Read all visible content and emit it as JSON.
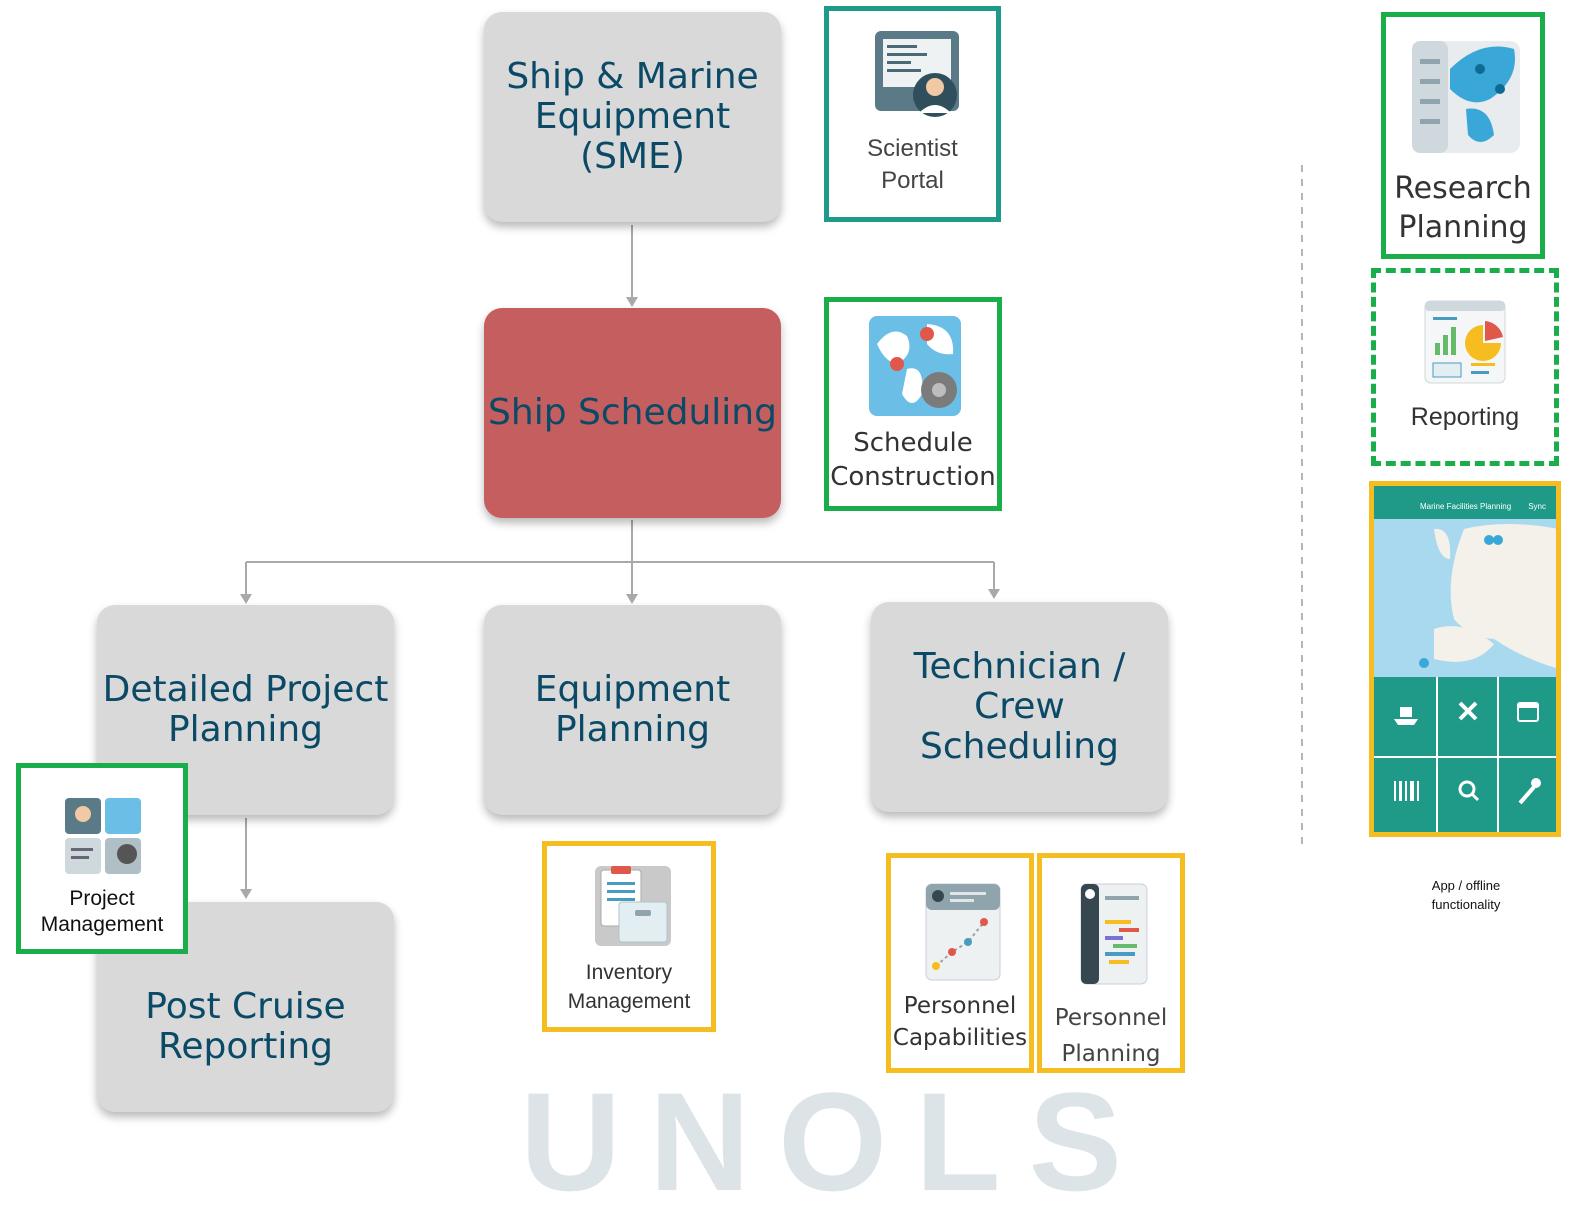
{
  "nodes": {
    "sme": "Ship & Marine\nEquipment (SME)",
    "ship_scheduling": "Ship Scheduling",
    "detailed_project_planning": "Detailed Project\nPlanning",
    "equipment_planning": "Equipment\nPlanning",
    "technician_crew_scheduling": "Technician / Crew\nScheduling",
    "post_cruise_reporting": "Post Cruise\nReporting"
  },
  "apps": {
    "scientist_portal": "Scientist\nPortal",
    "schedule_construction": "Schedule\nConstruction",
    "project_management": "Project\nManagement",
    "inventory_management": "Inventory\nManagement",
    "personnel_capabilities": "Personnel\nCapabilities",
    "personnel_planning": "Personnel\nPlanning",
    "research_planning": "Research\nPlanning",
    "reporting": "Reporting"
  },
  "mobile_app": {
    "header_title": "Marine Facilities Planning",
    "header_action": "Sync",
    "caption": "App / offline\nfunctionality"
  },
  "watermark": "UNOLS",
  "colors": {
    "green": "#1aae4a",
    "teal": "#1f9a88",
    "yellow": "#f5bd1f",
    "red_node": "#c55e5e",
    "node": "#d9d9d9",
    "text": "#0b4a66"
  }
}
